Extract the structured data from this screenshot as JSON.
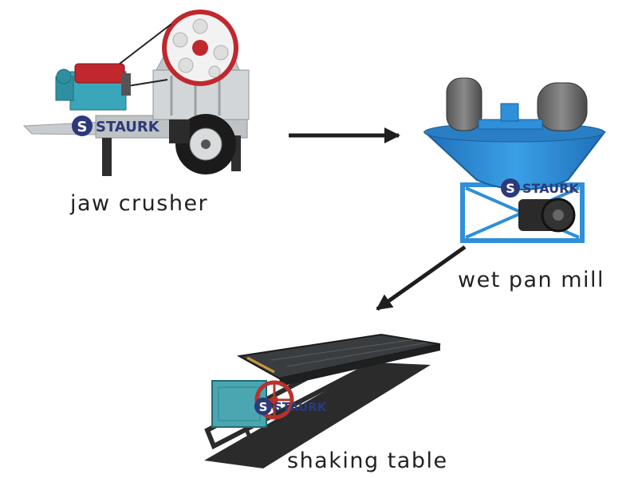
{
  "flow": {
    "steps": [
      {
        "id": "jaw",
        "label": "jaw crusher"
      },
      {
        "id": "pan",
        "label": "wet pan mill"
      },
      {
        "id": "shake",
        "label": "shaking table"
      }
    ]
  },
  "watermark": {
    "text": "STAURK",
    "letter": "S"
  },
  "colors": {
    "engine_red": "#c0282e",
    "engine_teal": "#3aa6b9",
    "frame_grey": "#c9ccce",
    "pan_blue": "#2f8fd8",
    "table_dark": "#2a2d30",
    "motor_teal": "#4aa7b2",
    "wheel_red": "#b8322b",
    "watermark_navy": "#2b3a7a",
    "arrow": "#1e1e1e"
  }
}
